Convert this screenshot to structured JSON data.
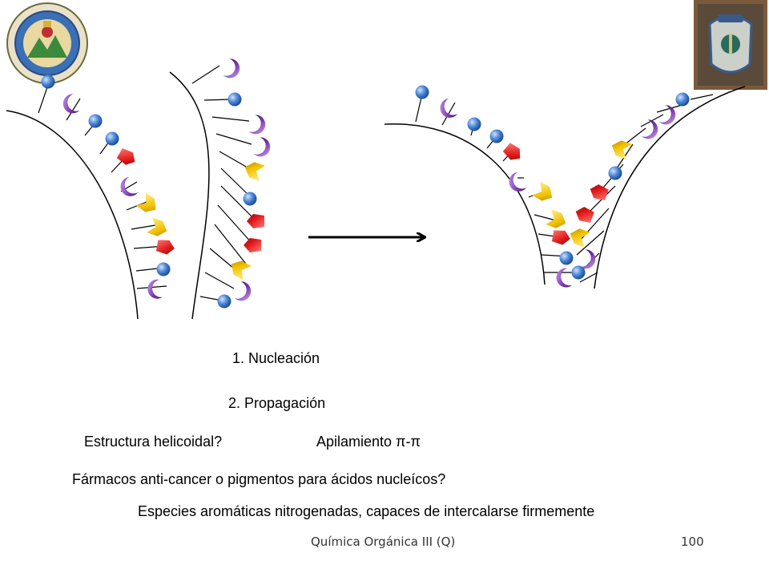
{
  "slide": {
    "labels": {
      "nucleation": "1. Nucleación",
      "propagation": "2. Propagación",
      "helix_question": "Estructura helicoidal?",
      "stacking": "Apilamiento π-π",
      "drugs_question": "Fármacos anti-cancer o pigmentos para ácidos nucleícos?",
      "aromatic_species": "Especies aromáticas nitrogenadas, capaces de intercalarse firmemente"
    },
    "footer": {
      "course": "Química Orgánica III (Q)",
      "page_number": "100"
    }
  },
  "colors": {
    "sphere": "#4a86d6",
    "crescent": "#7a36a8",
    "pentagon": "#e01818",
    "chevron": "#f0c000",
    "line": "#000000"
  }
}
